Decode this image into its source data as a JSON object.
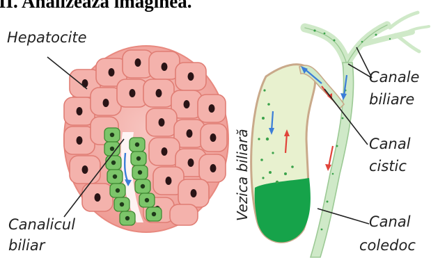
{
  "header": "II. Analizează imaginea.",
  "left_panel": {
    "labels": {
      "hepatocite": "Hepatocite",
      "canalicul_line1": "Canalicul",
      "canalicul_line2": "biliar"
    }
  },
  "right_panel": {
    "labels": {
      "vezica": "Vezica biliară",
      "canale_line1": "Canale",
      "canale_line2": "biliare",
      "cistic_line1": "Canal",
      "cistic_line2": "cistic",
      "coledoc_line1": "Canal",
      "coledoc_line2": "coledoc"
    }
  },
  "colors": {
    "hepatocyte": "#f2a9a4",
    "hepatocyte_edge": "#e8897f",
    "nucleus": "#2a1416",
    "canalicular_cell": "#7cc56a",
    "duct": "#cfe9c8",
    "gallbladder": "#e8f1cf",
    "bile": "#16a34a",
    "arrow_blue": "#3b7dd8",
    "arrow_red": "#e0443a"
  }
}
